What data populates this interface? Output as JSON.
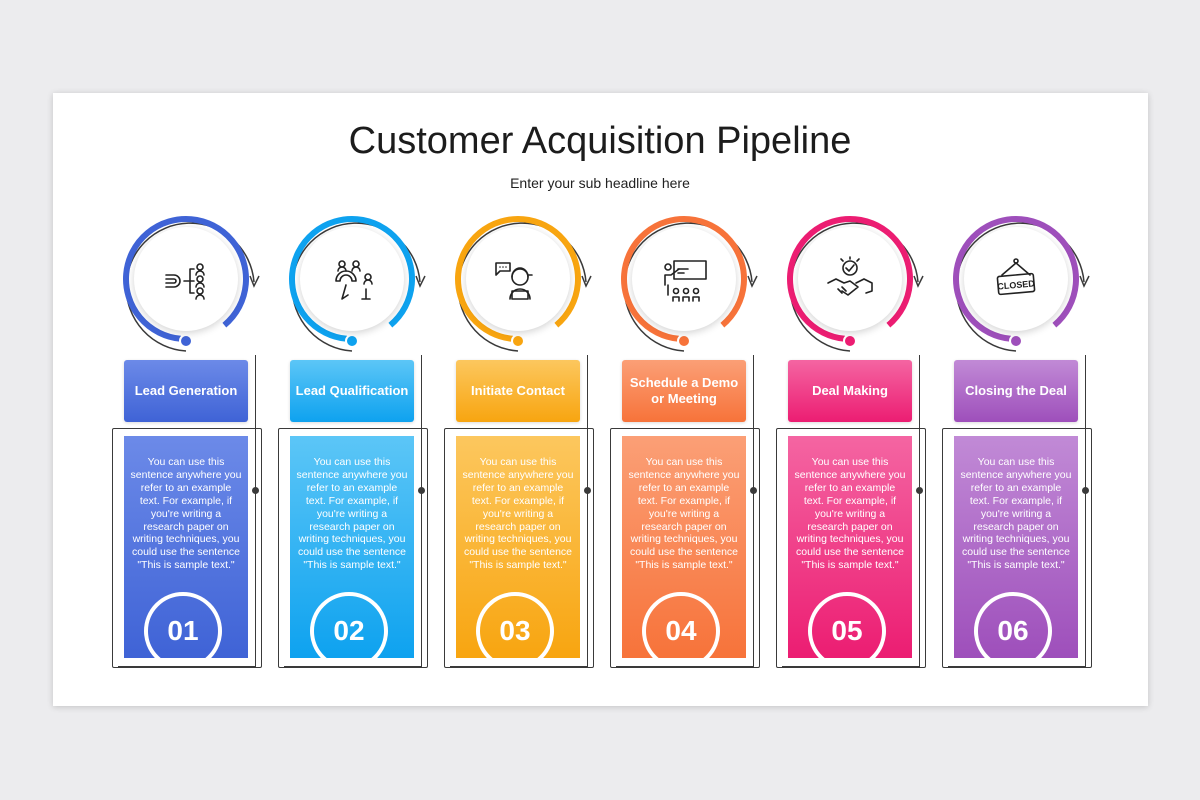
{
  "title": "Customer Acquisition Pipeline",
  "subtitle": "Enter your sub headline here",
  "steps": [
    {
      "label": "Lead Generation",
      "number": "01",
      "icon": "magnet-people-icon",
      "color": "#3f63d6",
      "light": "#6c8ae8",
      "text": "You can use this sentence anywhere you refer to an example text. For example, if you're writing a research paper on writing techniques, you could use the sentence \"This is sample text.\""
    },
    {
      "label": "Lead Qualification",
      "number": "02",
      "icon": "magnet-attract-icon",
      "color": "#0ea2ef",
      "light": "#5cc6f7",
      "text": "You can use this sentence anywhere you refer to an example text. For example, if you're writing a research paper on writing techniques, you could use the sentence \"This is sample text.\""
    },
    {
      "label": "Initiate Contact",
      "number": "03",
      "icon": "support-agent-icon",
      "color": "#f8a510",
      "light": "#fcc75e",
      "text": "You can use this sentence anywhere you refer to an example text. For example, if you're writing a research paper on writing techniques, you could use the sentence \"This is sample text.\""
    },
    {
      "label": "Schedule a Demo or Meeting",
      "number": "04",
      "icon": "presentation-icon",
      "color": "#f7733a",
      "light": "#fb9f76",
      "text": "You can use this sentence anywhere you refer to an example text. For example, if you're writing a research paper on writing techniques, you could use the sentence \"This is sample text.\""
    },
    {
      "label": "Deal Making",
      "number": "05",
      "icon": "handshake-icon",
      "color": "#ec1d72",
      "light": "#f465a2",
      "text": "You can use this sentence anywhere you refer to an example text. For example, if you're writing a research paper on writing techniques, you could use the sentence \"This is sample text.\""
    },
    {
      "label": "Closing the Deal",
      "number": "06",
      "icon": "closed-sign-icon",
      "color": "#9e4fbb",
      "light": "#c18ad6",
      "text": "You can use this sentence anywhere you refer to an example text. For example, if you're writing a research paper on writing techniques, you could use the sentence \"This is sample text.\"",
      "sign_text": "CLOSED"
    }
  ]
}
